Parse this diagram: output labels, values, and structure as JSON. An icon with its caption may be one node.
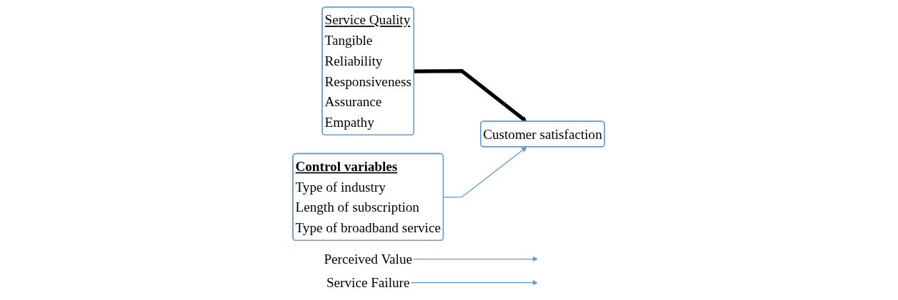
{
  "diagram": {
    "nodes": [
      {
        "text": [
          "Service Quality",
          "Tangible",
          "Reliability",
          "Responsiveness",
          "Assurance",
          "Empathy"
        ]
      },
      {
        "text": [
          "Perceived Value"
        ]
      },
      {
        "text": [
          "Service Failure"
        ]
      },
      {
        "text": [
          "Control variables",
          "Type of industry",
          "Length of subscription",
          "Type of broadband service"
        ]
      },
      {
        "text": [
          "Customer satisfaction"
        ]
      }
    ],
    "edges": [
      {
        "from": 0,
        "to": 4,
        "arrow": "to",
        "style": "thick",
        "color": "#000000"
      },
      {
        "from": 1,
        "to": null,
        "arrow": "to",
        "color": "#5b9bd5"
      },
      {
        "from": 2,
        "to": null,
        "arrow": "to",
        "color": "#5b9bd5"
      },
      {
        "from": 3,
        "to": 4,
        "arrow": "to",
        "color": "#5b9bd5"
      }
    ]
  }
}
